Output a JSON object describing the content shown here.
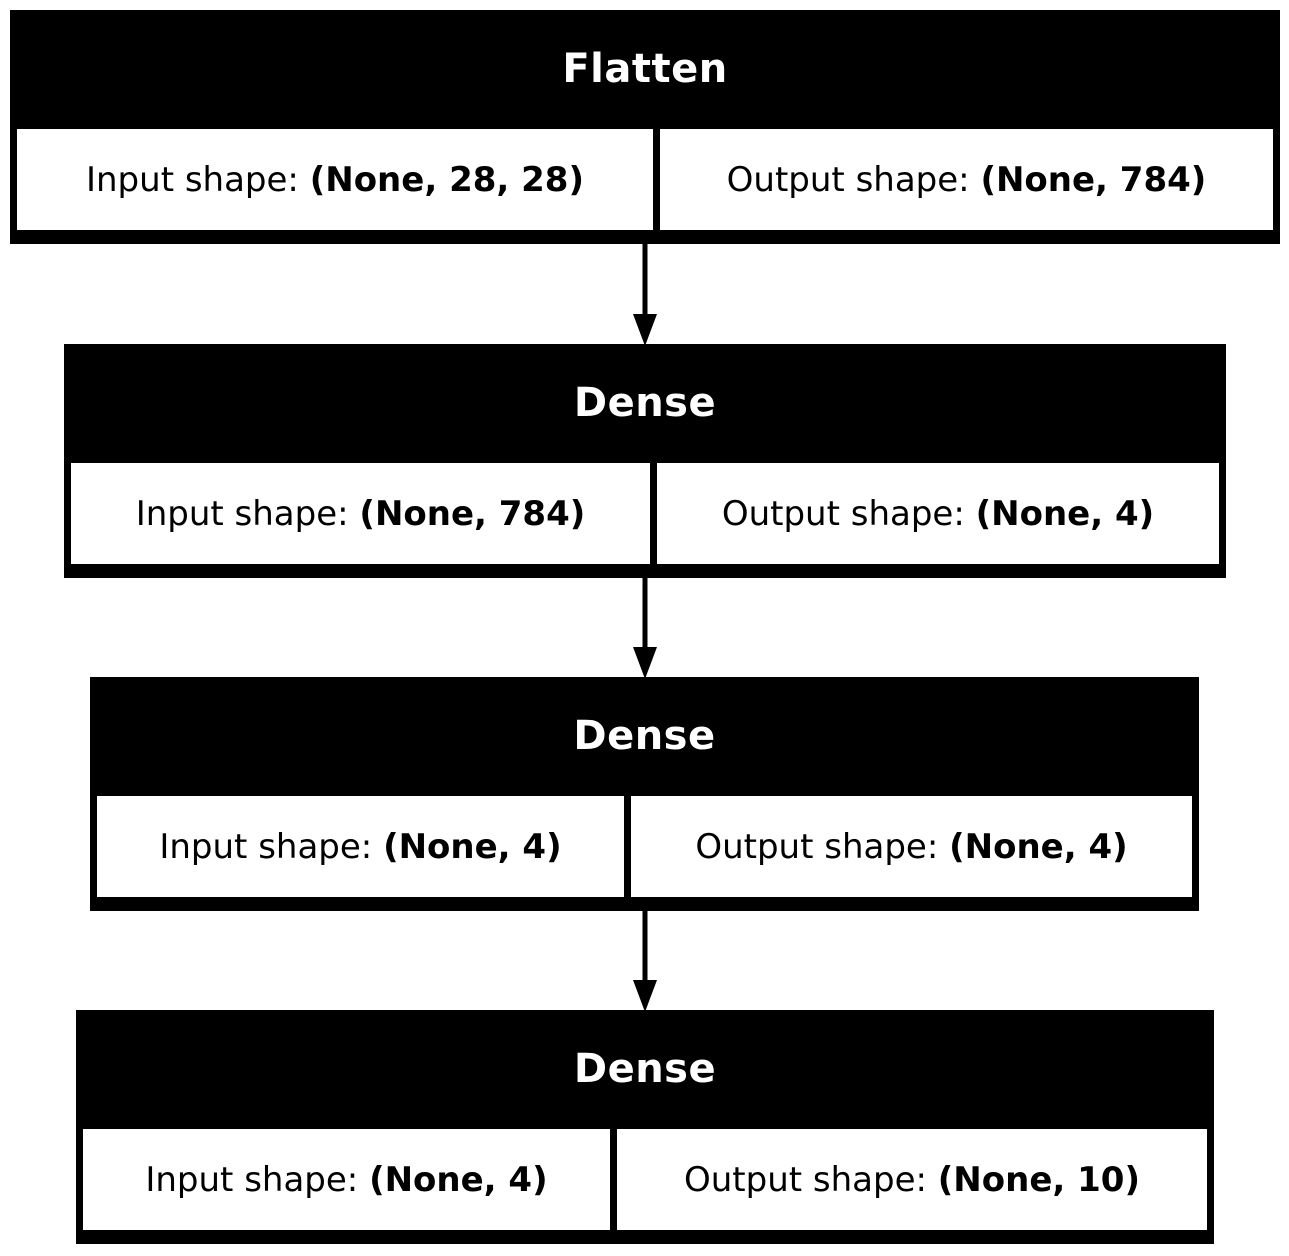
{
  "layers": [
    {
      "name": "Flatten",
      "input_label": "Input shape: ",
      "input_value": "(None, 28, 28)",
      "output_label": "Output shape: ",
      "output_value": "(None, 784)"
    },
    {
      "name": "Dense",
      "input_label": "Input shape: ",
      "input_value": "(None, 784)",
      "output_label": "Output shape: ",
      "output_value": "(None, 4)"
    },
    {
      "name": "Dense",
      "input_label": "Input shape: ",
      "input_value": "(None, 4)",
      "output_label": "Output shape: ",
      "output_value": "(None, 4)"
    },
    {
      "name": "Dense",
      "input_label": "Input shape: ",
      "input_value": "(None, 4)",
      "output_label": "Output shape: ",
      "output_value": "(None, 10)"
    }
  ],
  "colors": {
    "box": "#000000",
    "header_text": "#ffffff",
    "cell_bg": "#ffffff"
  }
}
